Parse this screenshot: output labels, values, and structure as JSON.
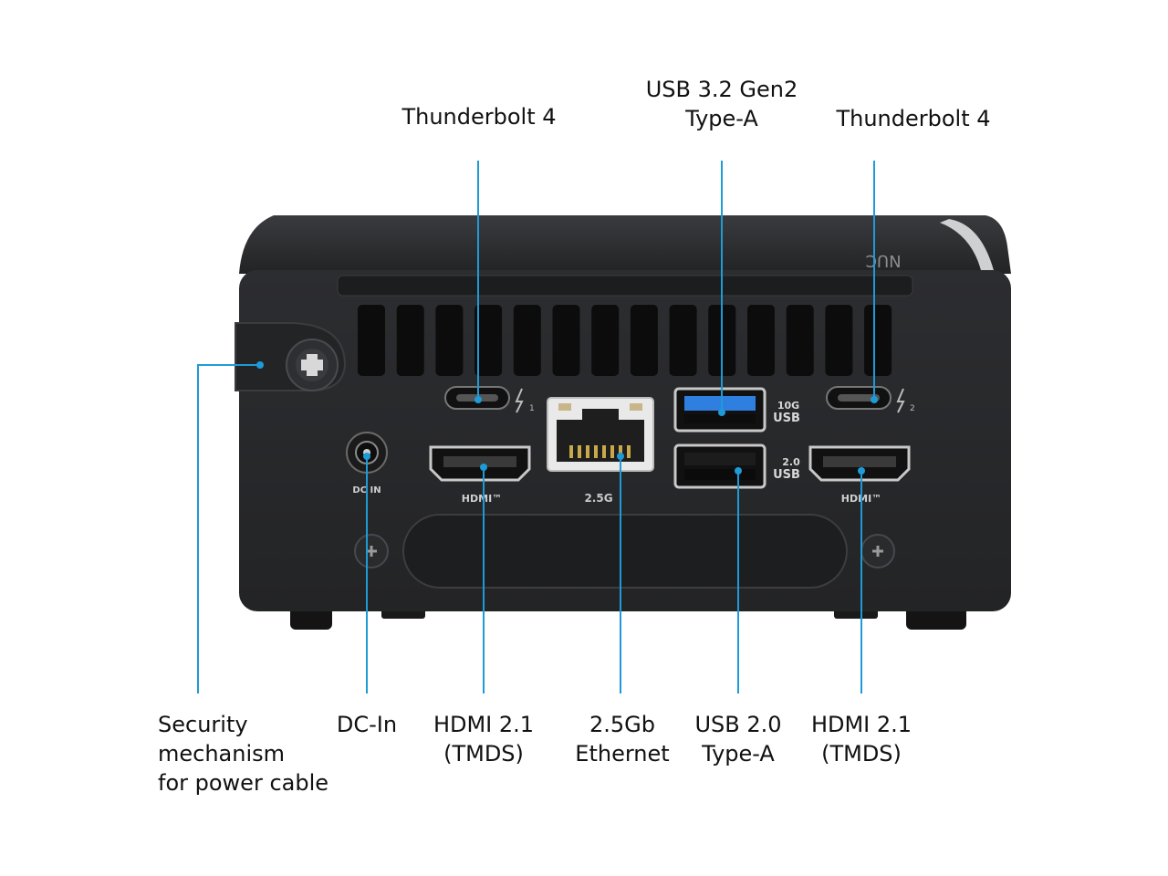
{
  "labels": {
    "top": {
      "tb4_left": "Thunderbolt  4",
      "usb32": [
        "USB 3.2 Gen2",
        "Type-A"
      ],
      "tb4_right": "Thunderbolt  4"
    },
    "bottom": {
      "security": [
        "Security",
        "mechanism",
        "for power cable"
      ],
      "dc_in": "DC-In",
      "hdmi_left": [
        "HDMI 2.1",
        "(TMDS)"
      ],
      "ethernet": [
        "2.5Gb",
        "Ethernet"
      ],
      "usb20": [
        "USB 2.0",
        "Type-A"
      ],
      "hdmi_right": [
        "HDMI 2.1",
        "(TMDS)"
      ]
    }
  },
  "device_print": {
    "usb_10g": [
      "10G",
      "USB"
    ],
    "usb_20": [
      "2.0",
      "USB"
    ],
    "eth_speed": "2.5G",
    "hdmi_logo": "HDMI™",
    "dc_in": "DC IN",
    "tb_port_1": "1",
    "tb_port_2": "2",
    "brand_logo": "NUC"
  },
  "colors": {
    "leader_line": "#1e9bd7",
    "usb3_blue": "#2f7fe0",
    "chassis": "#2a2b2d",
    "label_text": "#111111"
  }
}
